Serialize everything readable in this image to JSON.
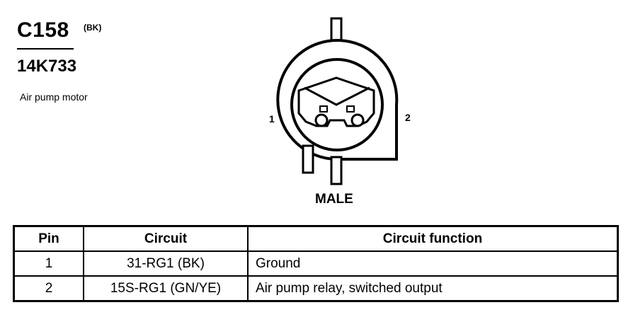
{
  "connector": {
    "id": "C158",
    "color_code": "(BK)",
    "part_number": "14K733",
    "description": "Air pump motor",
    "gender": "MALE",
    "pin_labels": [
      "1",
      "2"
    ]
  },
  "table": {
    "headers": {
      "pin": "Pin",
      "circuit": "Circuit",
      "function": "Circuit function"
    },
    "rows": [
      {
        "pin": "1",
        "circuit": "31-RG1 (BK)",
        "function": "Ground"
      },
      {
        "pin": "2",
        "circuit": "15S-RG1 (GN/YE)",
        "function": "Air pump relay, switched output"
      }
    ]
  }
}
